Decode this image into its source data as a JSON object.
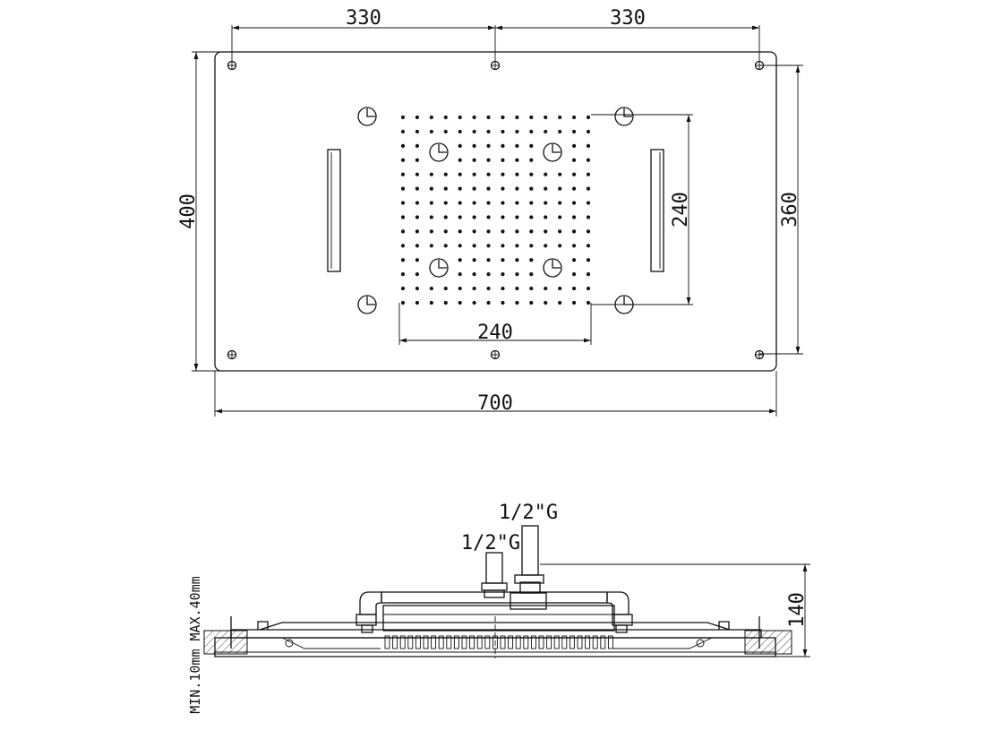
{
  "top_view": {
    "dim_hole_spacing_left": "330",
    "dim_hole_spacing_right": "330",
    "dim_panel_height": "400",
    "dim_hole_height": "360",
    "dim_grid_height": "240",
    "dim_grid_width": "240",
    "dim_panel_width": "700"
  },
  "side_view": {
    "pipe_thread_upper": "1/2\"G",
    "pipe_thread_lower": "1/2\"G",
    "dim_total_height": "140",
    "ceiling_thickness_note": "MIN.10mm MAX.40mm"
  },
  "colors": {
    "line": "#111111",
    "background": "#ffffff"
  }
}
